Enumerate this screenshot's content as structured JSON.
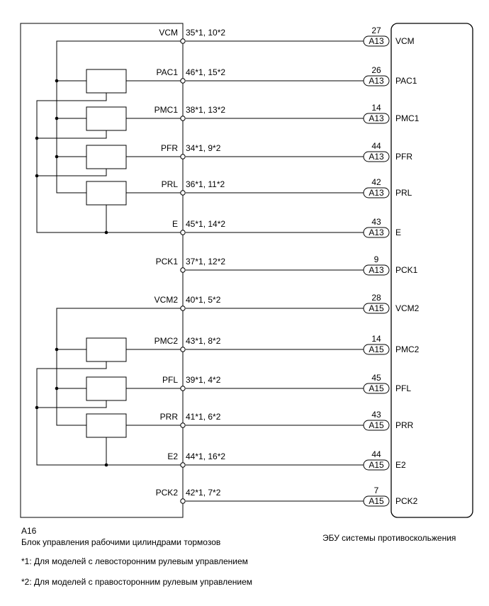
{
  "left_block": {
    "code": "A16",
    "name": "Блок управления рабочими цилиндрами тормозов"
  },
  "right_block": {
    "name": "ЭБУ системы противоскольжения"
  },
  "connections": [
    {
      "signal": "VCM",
      "pins": "35*1, 10*2",
      "pin_no": "27",
      "connector": "A13"
    },
    {
      "signal": "PAC1",
      "pins": "46*1, 15*2",
      "pin_no": "26",
      "connector": "A13"
    },
    {
      "signal": "PMC1",
      "pins": "38*1, 13*2",
      "pin_no": "14",
      "connector": "A13"
    },
    {
      "signal": "PFR",
      "pins": "34*1, 9*2",
      "pin_no": "44",
      "connector": "A13"
    },
    {
      "signal": "PRL",
      "pins": "36*1, 11*2",
      "pin_no": "42",
      "connector": "A13"
    },
    {
      "signal": "E",
      "pins": "45*1, 14*2",
      "pin_no": "43",
      "connector": "A13"
    },
    {
      "signal": "PCK1",
      "pins": "37*1, 12*2",
      "pin_no": "9",
      "connector": "A13"
    },
    {
      "signal": "VCM2",
      "pins": "40*1, 5*2",
      "pin_no": "28",
      "connector": "A15"
    },
    {
      "signal": "PMC2",
      "pins": "43*1, 8*2",
      "pin_no": "14",
      "connector": "A15"
    },
    {
      "signal": "PFL",
      "pins": "39*1, 4*2",
      "pin_no": "45",
      "connector": "A15"
    },
    {
      "signal": "PRR",
      "pins": "41*1, 6*2",
      "pin_no": "43",
      "connector": "A15"
    },
    {
      "signal": "E2",
      "pins": "44*1, 16*2",
      "pin_no": "44",
      "connector": "A15"
    },
    {
      "signal": "PCK2",
      "pins": "42*1, 7*2",
      "pin_no": "7",
      "connector": "A15"
    }
  ],
  "footnotes": [
    "*1: Для моделей с левосторонним рулевым управлением",
    "*2: Для моделей с правосторонним рулевым управлением"
  ]
}
